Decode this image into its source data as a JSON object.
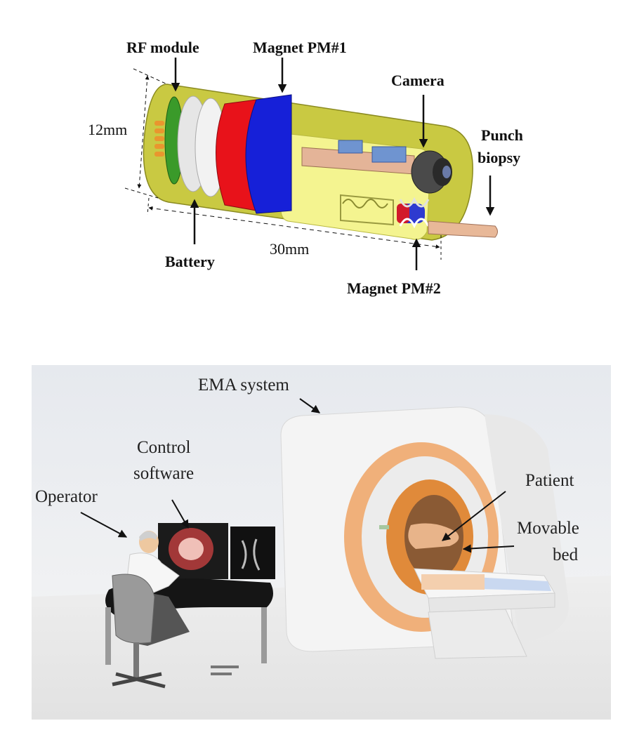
{
  "capsule": {
    "labels": {
      "rf_module": "RF module",
      "magnet_pm1": "Magnet PM#1",
      "camera": "Camera",
      "punch_biopsy_line1": "Punch",
      "punch_biopsy_line2": "biopsy",
      "battery": "Battery",
      "magnet_pm2": "Magnet PM#2"
    },
    "dimensions": {
      "diameter": "12mm",
      "length": "30mm"
    },
    "colors": {
      "shell": "#c9c942",
      "shell_inner": "#f4f490",
      "rf_board": "#3a9a2a",
      "battery": "#e6e6e6",
      "magnet_pm1_red": "#e8121a",
      "magnet_pm1_blue": "#1620d8",
      "camera": "#4a4a4a",
      "biopsy_needle": "#e8b898",
      "pcb": "#e4b498",
      "chip": "#6f94d0"
    }
  },
  "system": {
    "labels": {
      "ema_system": "EMA system",
      "control_software_line1": "Control",
      "control_software_line2": "software",
      "operator": "Operator",
      "patient": "Patient",
      "movable_bed_line1": "Movable",
      "movable_bed_line2": "bed"
    },
    "colors": {
      "background": "#e9ebee",
      "scanner_body": "#f4f4f4",
      "scanner_ring": "#f0b07a",
      "bore": "#e08a3a"
    }
  }
}
